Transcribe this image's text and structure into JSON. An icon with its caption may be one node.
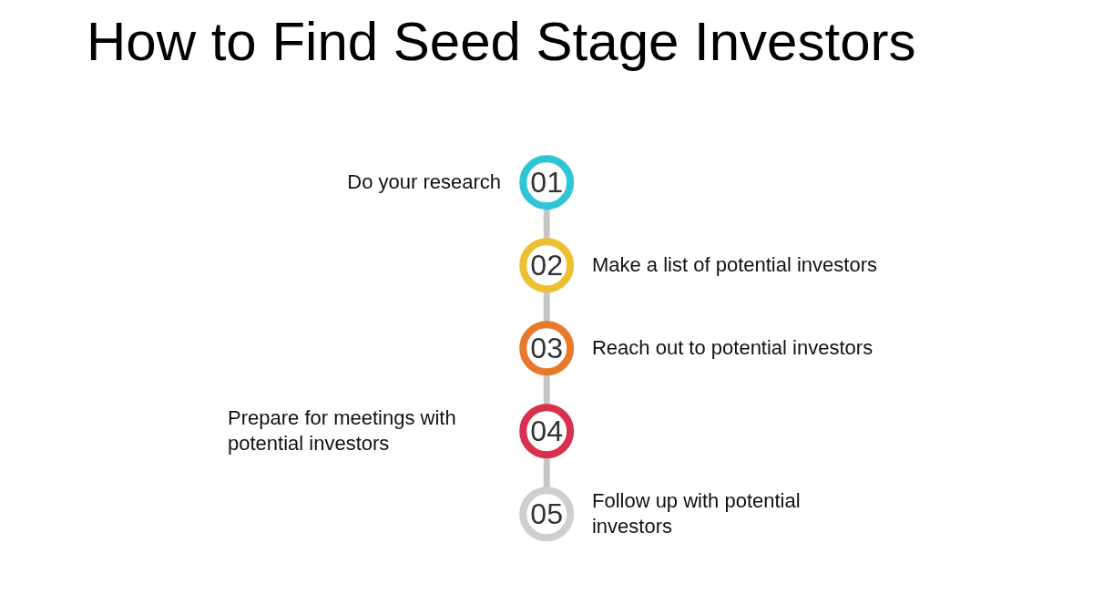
{
  "diagram": {
    "title": "How to Find Seed Stage Investors",
    "nodes": [
      {
        "text": [
          "01"
        ],
        "beside": [
          "Do your research"
        ]
      },
      {
        "text": [
          "02"
        ],
        "beside": [
          "Make a list of potential investors"
        ]
      },
      {
        "text": [
          "03"
        ],
        "beside": [
          "Reach out to potential investors"
        ]
      },
      {
        "text": [
          "04"
        ],
        "beside": [
          "Prepare for meetings with potential investors"
        ]
      },
      {
        "text": [
          "05"
        ],
        "beside": [
          "Follow up with potential investors"
        ]
      }
    ],
    "edges": [
      {
        "from": 0,
        "to": 1,
        "arrow": "none"
      },
      {
        "from": 1,
        "to": 2,
        "arrow": "none"
      },
      {
        "from": 2,
        "to": 3,
        "arrow": "none"
      },
      {
        "from": 3,
        "to": 4,
        "arrow": "none"
      }
    ]
  }
}
